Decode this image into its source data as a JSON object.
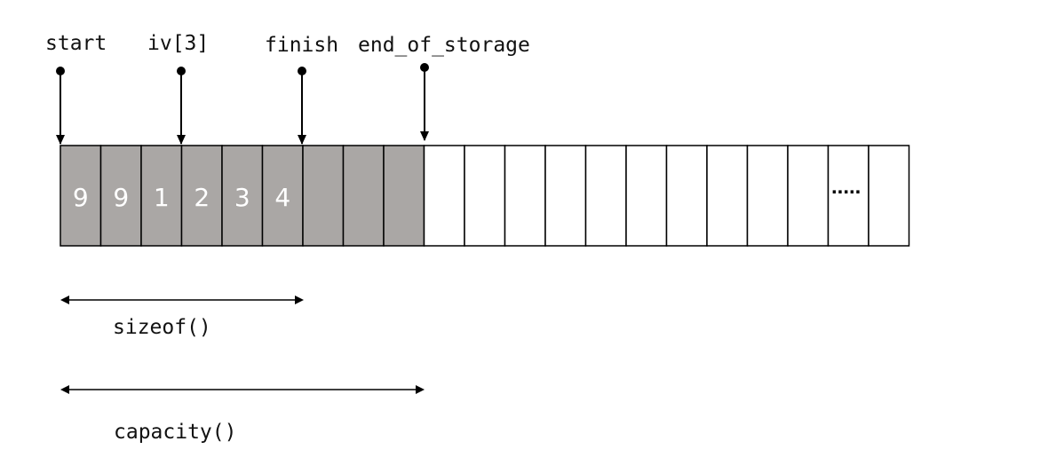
{
  "pointers": [
    {
      "label": "start"
    },
    {
      "label": "iv[3]"
    },
    {
      "label": "finish"
    },
    {
      "label": "end_of_storage"
    }
  ],
  "array": {
    "total_cells": 21,
    "used_cells": 9,
    "values": [
      "9",
      "9",
      "1",
      "2",
      "3",
      "4",
      "",
      "",
      ""
    ],
    "ellipsis": ".....",
    "used_fill_color": "#aaa7a5",
    "empty_fill_color": "#ffffff",
    "border_color": "#000000"
  },
  "ranges": [
    {
      "label": "sizeof()"
    },
    {
      "label": "capacity()"
    }
  ]
}
